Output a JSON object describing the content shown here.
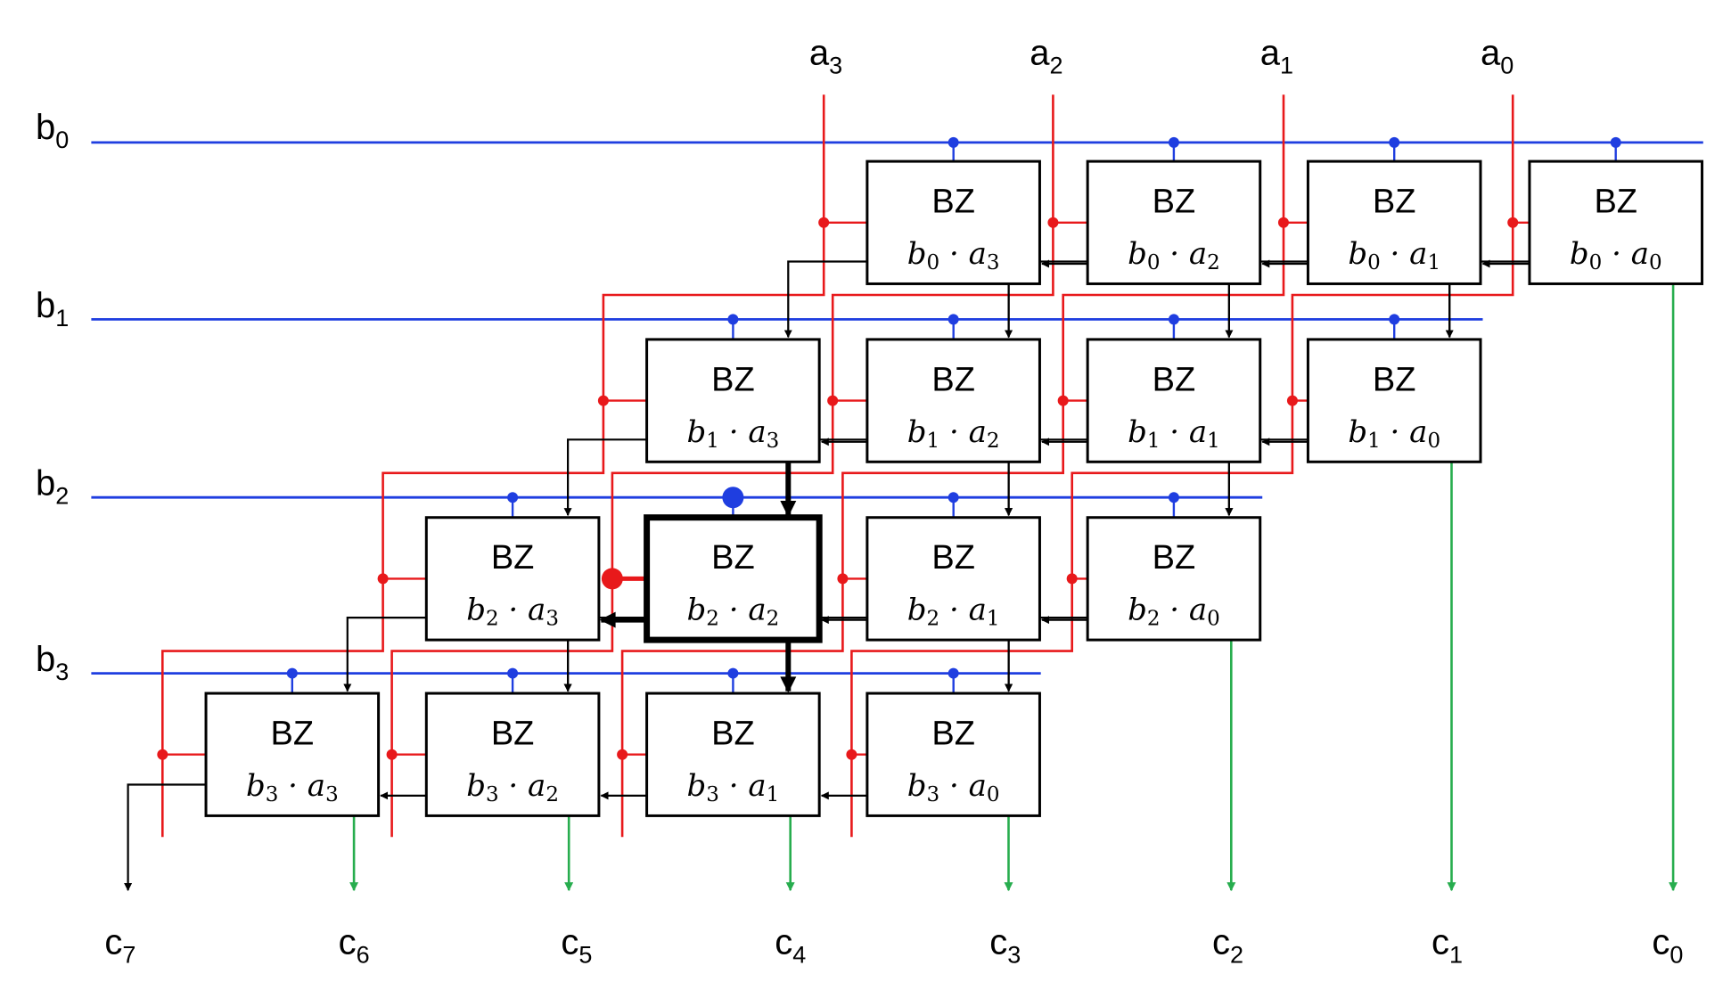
{
  "cell_label": "BZ",
  "a_inputs": [
    {
      "name": "a",
      "sub": "3"
    },
    {
      "name": "a",
      "sub": "2"
    },
    {
      "name": "a",
      "sub": "1"
    },
    {
      "name": "a",
      "sub": "0"
    }
  ],
  "b_inputs": [
    {
      "name": "b",
      "sub": "0"
    },
    {
      "name": "b",
      "sub": "1"
    },
    {
      "name": "b",
      "sub": "2"
    },
    {
      "name": "b",
      "sub": "3"
    }
  ],
  "outputs": [
    {
      "name": "c",
      "sub": "7"
    },
    {
      "name": "c",
      "sub": "6"
    },
    {
      "name": "c",
      "sub": "5"
    },
    {
      "name": "c",
      "sub": "4"
    },
    {
      "name": "c",
      "sub": "3"
    },
    {
      "name": "c",
      "sub": "2"
    },
    {
      "name": "c",
      "sub": "1"
    },
    {
      "name": "c",
      "sub": "0"
    }
  ],
  "cells": [
    {
      "row": 0,
      "col": 3,
      "b": "0",
      "a": "3"
    },
    {
      "row": 0,
      "col": 4,
      "b": "0",
      "a": "2"
    },
    {
      "row": 0,
      "col": 5,
      "b": "0",
      "a": "1"
    },
    {
      "row": 0,
      "col": 6,
      "b": "0",
      "a": "0"
    },
    {
      "row": 1,
      "col": 2,
      "b": "1",
      "a": "3"
    },
    {
      "row": 1,
      "col": 3,
      "b": "1",
      "a": "2"
    },
    {
      "row": 1,
      "col": 4,
      "b": "1",
      "a": "1"
    },
    {
      "row": 1,
      "col": 5,
      "b": "1",
      "a": "0"
    },
    {
      "row": 2,
      "col": 1,
      "b": "2",
      "a": "3"
    },
    {
      "row": 2,
      "col": 2,
      "b": "2",
      "a": "2",
      "highlight": true
    },
    {
      "row": 2,
      "col": 3,
      "b": "2",
      "a": "1"
    },
    {
      "row": 2,
      "col": 4,
      "b": "2",
      "a": "0"
    },
    {
      "row": 3,
      "col": 0,
      "b": "3",
      "a": "3"
    },
    {
      "row": 3,
      "col": 1,
      "b": "3",
      "a": "2"
    },
    {
      "row": 3,
      "col": 2,
      "b": "3",
      "a": "1"
    },
    {
      "row": 3,
      "col": 3,
      "b": "3",
      "a": "0"
    }
  ],
  "colors": {
    "a_signal": "#e8191b",
    "b_signal": "#1f3ee0",
    "output": "#27ad4e",
    "carry": "#000000"
  }
}
